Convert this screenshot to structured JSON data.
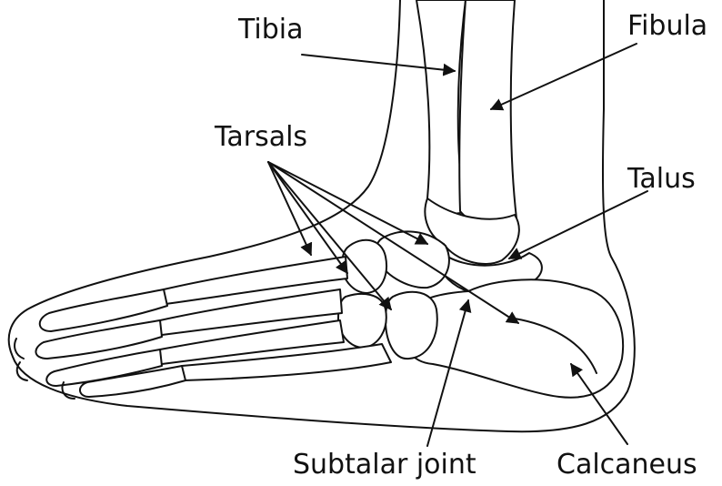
{
  "labels": {
    "tibia": "Tibia",
    "fibula": "Fibula",
    "tarsals": "Tarsals",
    "talus": "Talus",
    "subtalar_joint": "Subtalar joint",
    "calcaneus": "Calcaneus"
  },
  "colors": {
    "ink": "#111111",
    "bone_fill": "#ffffff",
    "background": "#ffffff"
  }
}
